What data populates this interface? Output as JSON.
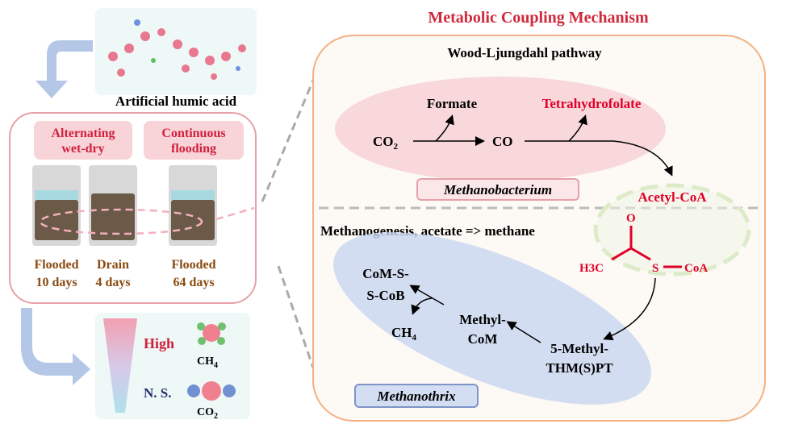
{
  "title": "Metabolic Coupling Mechanism",
  "left": {
    "humic_label": "Artificial humic acid",
    "treatments": [
      "Alternating",
      "wet-dry",
      "Continuous",
      "flooding"
    ],
    "beakers": [
      {
        "l1": "Flooded",
        "l2": "10 days"
      },
      {
        "l1": "Drain",
        "l2": "4 days"
      },
      {
        "l1": "Flooded",
        "l2": "64 days"
      }
    ],
    "legend": {
      "high": "High",
      "ns": "N. S.",
      "ch4": "CH",
      "ch4_sub": "4",
      "co2": "CO",
      "co2_sub": "2"
    }
  },
  "wl": {
    "title": "Wood-Ljungdahl pathway",
    "formate": "Formate",
    "thf": "Tetrahydrofolate",
    "co2": "CO",
    "co2_sub": "2",
    "co": "CO",
    "organism": "Methanobacterium",
    "acetyl": "Acetyl-CoA",
    "mol": {
      "o": "O",
      "h3c": "H3C",
      "s": "S",
      "coa": "CoA"
    }
  },
  "mg": {
    "title": "Methanogenesis, acetate => methane",
    "comsscob1": "CoM-S-",
    "comsscob2": "S-CoB",
    "ch4": "CH",
    "ch4_sub": "4",
    "methylcom1": "Methyl-",
    "methylcom2": "CoM",
    "mthm1": "5-Methyl-",
    "mthm2": "THM(S)PT",
    "organism": "Methanothrix"
  },
  "colors": {
    "red": "#e0002a",
    "orange": "#f4b183",
    "pink": "#e8a0a8",
    "blue": "#b4c7e7"
  }
}
